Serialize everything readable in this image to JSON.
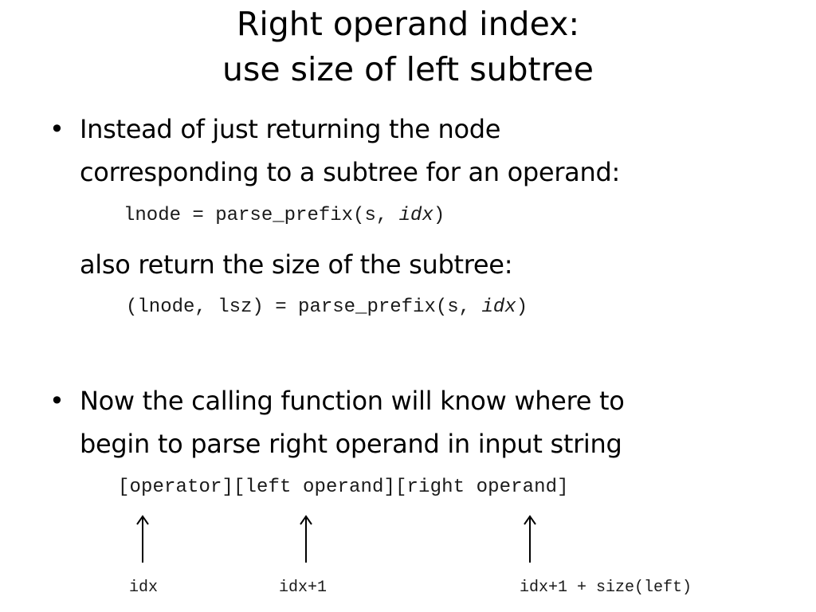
{
  "title": {
    "line1": "Right operand index:",
    "line2": "use size of left subtree"
  },
  "bullet_marker": "•",
  "bullets": [
    {
      "line1": "Instead of just returning the node",
      "line2": "corresponding to a subtree for an operand:"
    },
    {
      "line1": "Now the calling function will know where to",
      "line2": "begin to parse right operand in input string"
    }
  ],
  "code1": {
    "prefix": "lnode = parse_prefix(s, ",
    "arg": "idx",
    "suffix": ")"
  },
  "continuation": "also return the size of the subtree:",
  "code2": {
    "prefix": "(lnode, lsz) = parse_prefix(s, ",
    "arg": "idx",
    "suffix": ")"
  },
  "layout_string": "[operator][left operand][right operand]",
  "labels": {
    "idx": "idx",
    "idx_plus_1": "idx+1",
    "right_index": "idx+1 + size(left)"
  }
}
